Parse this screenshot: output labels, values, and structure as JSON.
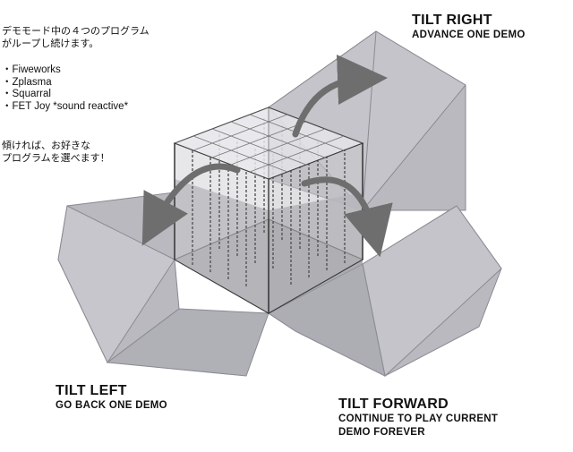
{
  "intro": {
    "line1": "デモモード中の４つのプログラム",
    "line2": "がループし続けます。"
  },
  "programs": [
    "・Fiweworks",
    "・Zplasma",
    "・Squarral",
    "・FET Joy  *sound reactive*"
  ],
  "outro": {
    "line1": "傾ければ、お好きな",
    "line2": "プログラムを選べます！"
  },
  "tilt_right": {
    "title": "TILT RIGHT",
    "desc": "ADVANCE ONE DEMO"
  },
  "tilt_left": {
    "title": "TILT LEFT",
    "desc": "GO BACK ONE DEMO"
  },
  "tilt_forward": {
    "title": "TILT FORWARD",
    "desc_line1": "CONTINUE TO PLAY CURRENT",
    "desc_line2": "DEMO FOREVER"
  },
  "colors": {
    "panel": "#b9b9bf",
    "panel_dark": "#9d9da5",
    "cube_base": "#8f8f95",
    "arrow": "#6e6e6e"
  },
  "icons": [
    "arrow-right-icon",
    "arrow-left-icon",
    "arrow-forward-icon"
  ]
}
